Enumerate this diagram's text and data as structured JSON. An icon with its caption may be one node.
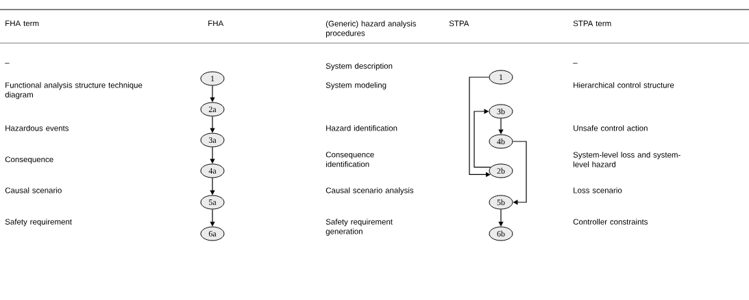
{
  "diagram": {
    "nodes": [
      {
        "text": [
          "1"
        ]
      },
      {
        "text": [
          "2a"
        ]
      },
      {
        "text": [
          "3a"
        ]
      },
      {
        "text": [
          "4a"
        ]
      },
      {
        "text": [
          "5a"
        ]
      },
      {
        "text": [
          "6a"
        ]
      },
      {
        "text": [
          "1"
        ]
      },
      {
        "text": [
          "3b"
        ]
      },
      {
        "text": [
          "4b"
        ]
      },
      {
        "text": [
          "2b"
        ]
      },
      {
        "text": [
          "5b"
        ]
      },
      {
        "text": [
          "6b"
        ]
      }
    ],
    "edges": [
      {
        "from": 0,
        "to": 1,
        "arrow": "to"
      },
      {
        "from": 1,
        "to": 2,
        "arrow": "to"
      },
      {
        "from": 2,
        "to": 3,
        "arrow": "to"
      },
      {
        "from": 3,
        "to": 4,
        "arrow": "to"
      },
      {
        "from": 4,
        "to": 5,
        "arrow": "to"
      },
      {
        "from": 6,
        "to": 9,
        "arrow": "to"
      },
      {
        "from": 9,
        "to": 7,
        "arrow": "to"
      },
      {
        "from": 7,
        "to": 8,
        "arrow": "to"
      },
      {
        "from": 8,
        "to": 10,
        "arrow": "to"
      },
      {
        "from": 10,
        "to": 11,
        "arrow": "to"
      }
    ],
    "labels": [
      "FHA term",
      "FHA",
      "(Generic) hazard analysis procedures",
      "STPA",
      "STPA term",
      "–",
      "System description",
      "–",
      "Functional analysis structure technique diagram",
      "System modeling",
      "Hierarchical control structure",
      "Hazardous events",
      "Hazard identification",
      "Unsafe control action",
      "Consequence",
      "Consequence identification",
      "System-level loss and system-level hazard",
      "Causal scenario",
      "Causal scenario analysis",
      "Loss scenario",
      "Safety requirement",
      "Safety requirement generation",
      "Controller constraints"
    ]
  }
}
